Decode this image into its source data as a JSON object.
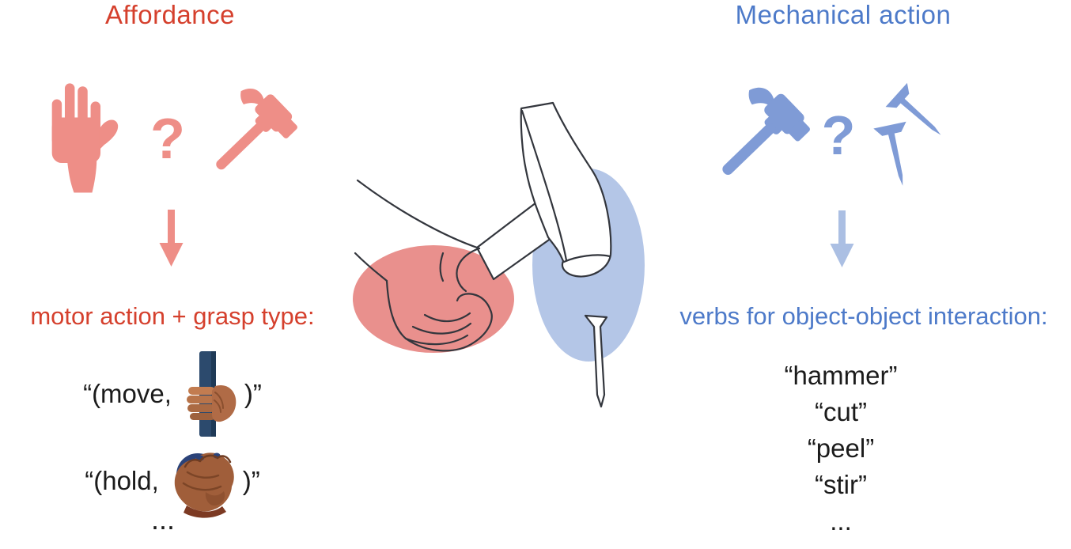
{
  "left": {
    "title": "Affordance",
    "question_mark": "?",
    "caption": "motor action + grasp type:",
    "examples": [
      {
        "prefix": "“(move,",
        "suffix": ")”"
      },
      {
        "prefix": "“(hold,",
        "suffix": ")”"
      }
    ],
    "more": "...",
    "icons": [
      "open-hand-icon",
      "question-mark",
      "hammer-icon",
      "down-arrow-icon",
      "cylinder-grasp-photo",
      "fist-grasp-photo"
    ]
  },
  "right": {
    "title": "Mechanical action",
    "question_mark": "?",
    "caption": "verbs for object-object interaction:",
    "verbs": [
      "“hammer”",
      "“cut”",
      "“peel”",
      "“stir”"
    ],
    "more": "...",
    "icons": [
      "hammer-icon",
      "question-mark",
      "nail-icon",
      "nail-icon",
      "down-arrow-icon"
    ]
  },
  "center": {
    "sketch_icons": [
      "hand-gripping-hammer-sketch",
      "nail-sketch",
      "hand-highlight-ellipse",
      "tool-highlight-ellipse"
    ]
  },
  "colors": {
    "affordance_text": "#d5402d",
    "affordance_icons": "#ee8e87",
    "affordance_highlight_ellipse": "#e9908d",
    "mechanical_text": "#4d7ac9",
    "mechanical_icons": "#7f9bd6",
    "mechanical_arrow": "#abbfe3",
    "mechanical_highlight_ellipse": "#b4c6e7",
    "body_text": "#1b1b1b"
  }
}
